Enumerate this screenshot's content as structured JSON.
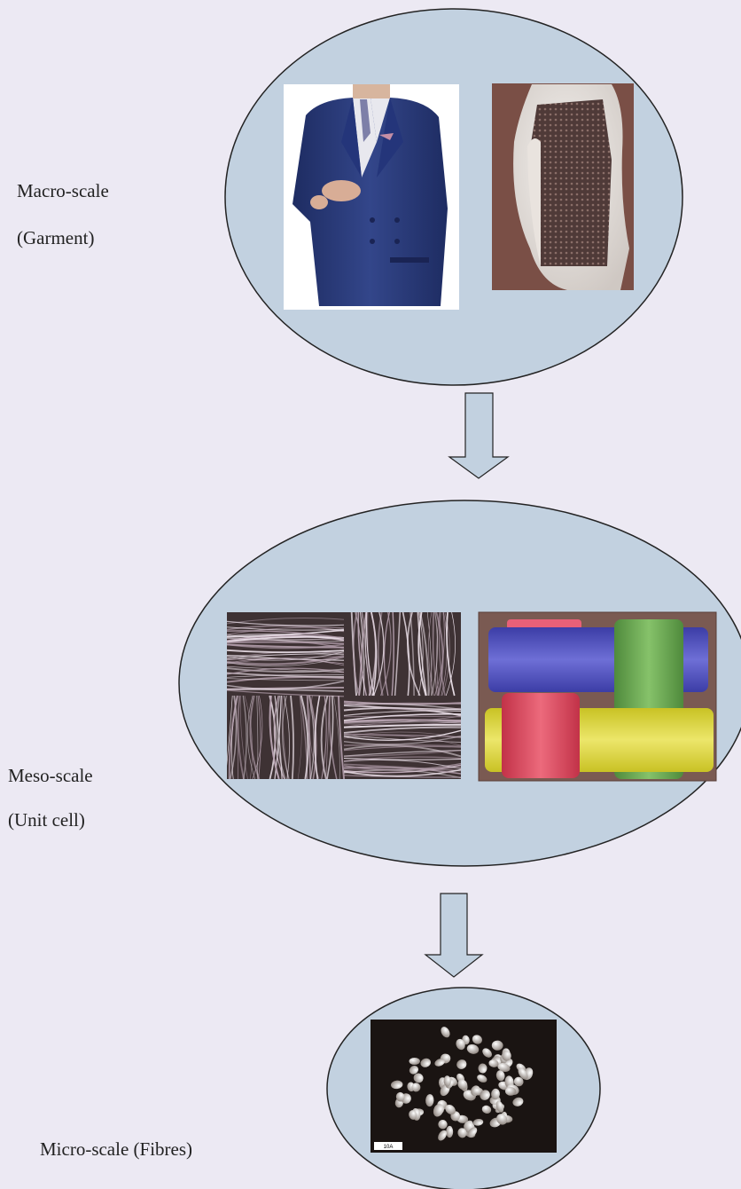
{
  "labels": {
    "macro_line1": "Macro-scale",
    "macro_line2": "(Garment)",
    "meso_line1": "Meso-scale",
    "meso_line2": "(Unit cell)",
    "micro": "Micro-scale (Fibres)"
  },
  "colors": {
    "background": "#ece9f3",
    "ellipse_fill": "#c2d1e0",
    "ellipse_stroke": "#232323",
    "arrow_fill": "#c2d1e0",
    "suit_navy": "#2a3a78",
    "dress_form_bg": "#7a4f46",
    "fabric_brown": "#4f3a38",
    "unit_cell_bg": "#7a5a52",
    "tow_blue": "#4e4fb8",
    "tow_green": "#6aa852",
    "tow_red": "#d8465a",
    "tow_yellow": "#dcd63a",
    "micro_bg": "#1a1412",
    "fibre": "#d9d2cc"
  },
  "micro_scalebar_label": "10A"
}
